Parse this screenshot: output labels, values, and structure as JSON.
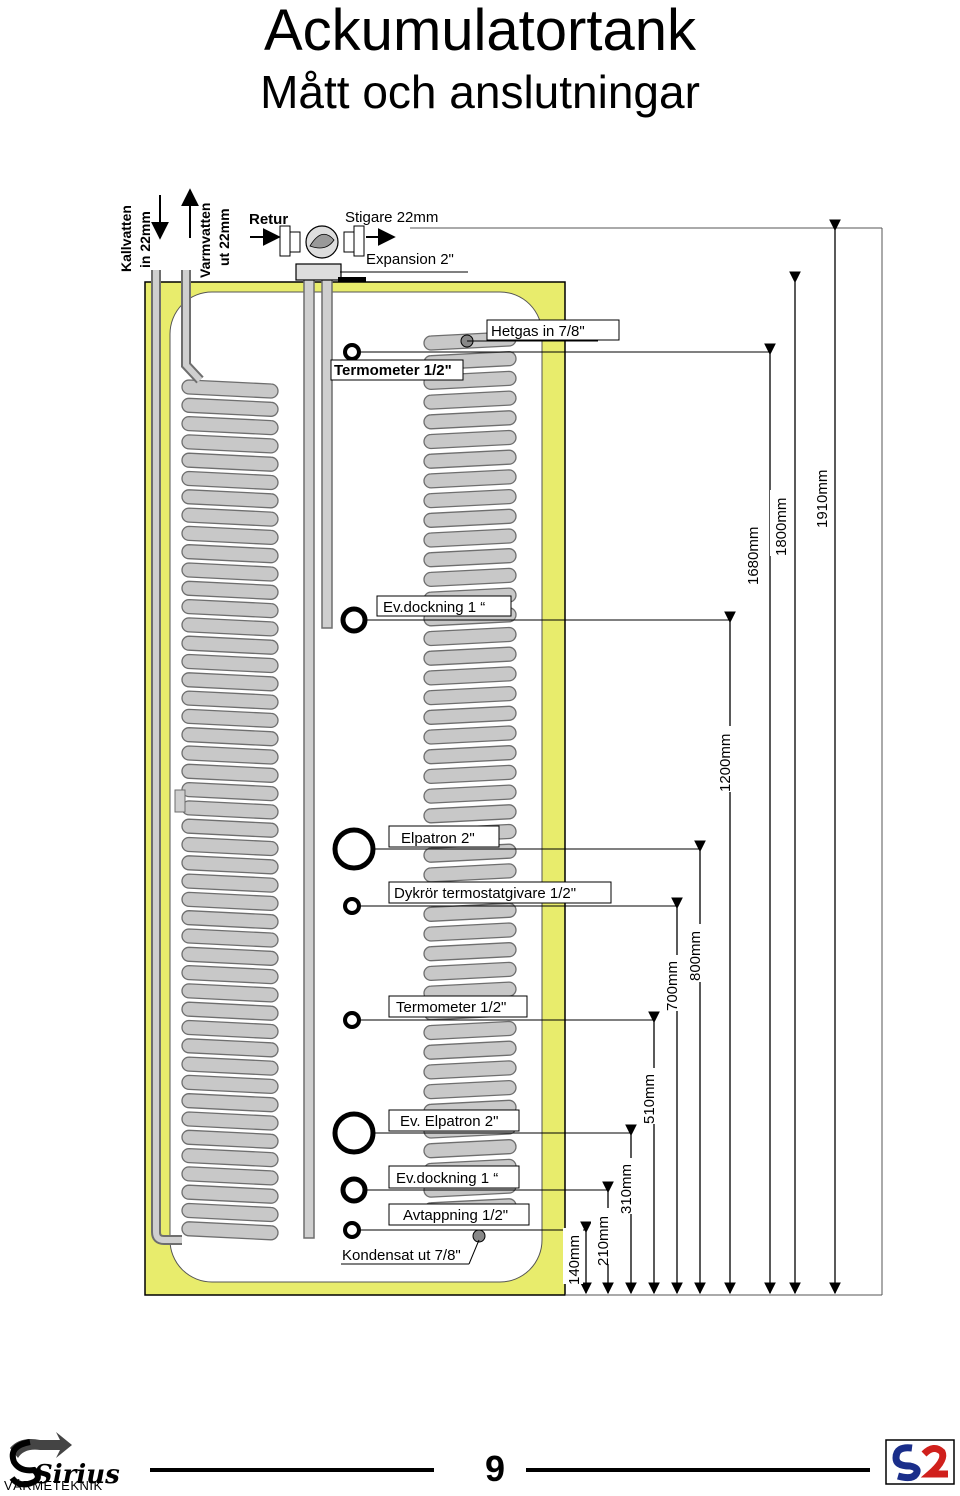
{
  "header": {
    "title": "Ackumulatortank",
    "subtitle": "Mått och anslutningar"
  },
  "colors": {
    "insulation": "#e8ec6c",
    "tank_inner": "#ffffff",
    "coil_fill": "#c8c8c8",
    "coil_stroke": "#6e6e6e",
    "line": "#000000"
  },
  "top_connections": {
    "kallvatten": [
      "Kallvatten",
      "in 22mm"
    ],
    "varmvatten": [
      "Varmvatten",
      "ut 22mm"
    ],
    "retur": "Retur",
    "stigare": "Stigare 22mm",
    "expansion": "Expansion 2\""
  },
  "ports": {
    "hetgas": "Hetgas in 7/8\"",
    "termometer_top": "Termometer 1/2\"",
    "dockning_top": "Ev.dockning 1 “",
    "elpatron": "Elpatron 2\"",
    "dykror": "Dykrör termostatgivare 1/2\"",
    "termometer_bottom": "Termometer 1/2\"",
    "ev_elpatron": "Ev. Elpatron 2\"",
    "dockning_bottom": "Ev.dockning 1 “",
    "avtappning": "Avtappning 1/2\"",
    "kondensat": "Kondensat ut 7/8\""
  },
  "dimensions": [
    "140mm",
    "210mm",
    "310mm",
    "510mm",
    "700mm",
    "800mm",
    "1200mm",
    "1680mm",
    "1800mm",
    "1910mm"
  ],
  "footer": {
    "page_number": "9",
    "logo_left_word": "Sirius",
    "logo_left_sub": "VÄRMETEKNIK"
  }
}
